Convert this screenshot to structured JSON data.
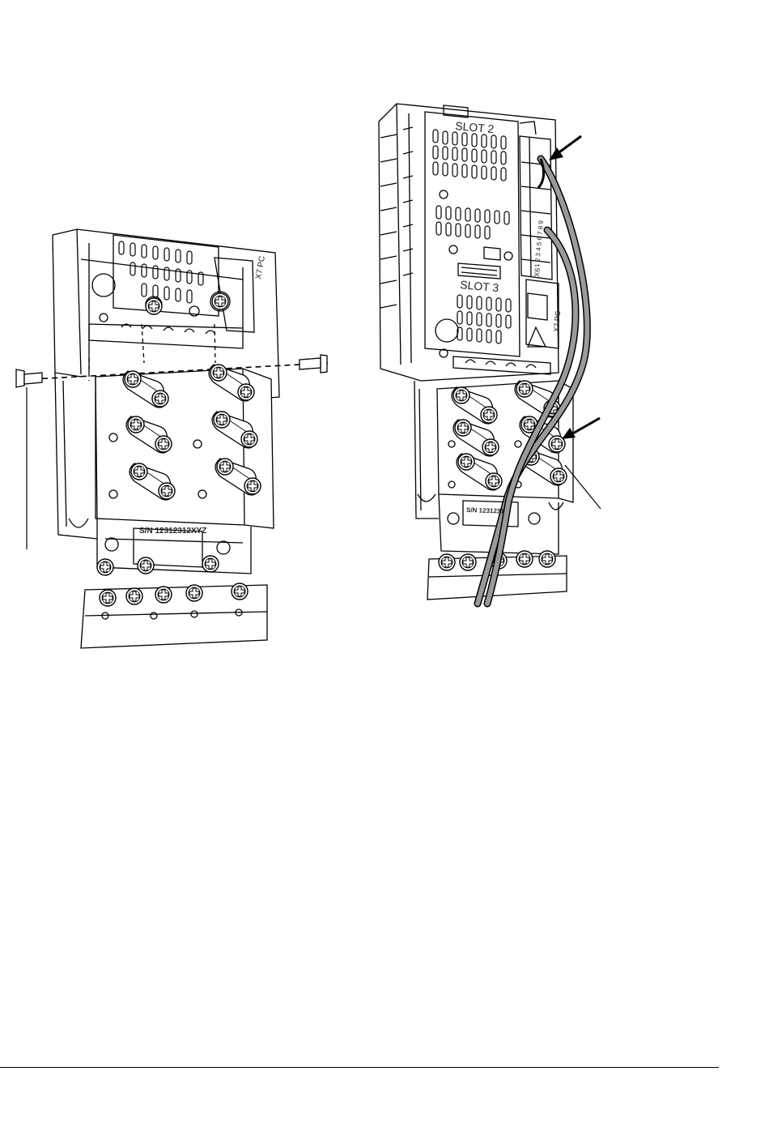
{
  "left_figure": {
    "serial_plate": "S/N 12312312XYZ",
    "connector_label": "X7 PC"
  },
  "right_figure": {
    "slot_top_label": "SLOT 2",
    "slot_bottom_label": "SLOT 3",
    "connector_label": "X7 PC",
    "terminal_block_label": "X6",
    "terminal_numbers": "1 2 3 4 5 6 7 8 9",
    "serial_plate": "S/N 1231231"
  },
  "colors": {
    "line": "#000000",
    "cable_fill": "#9a9a9a",
    "background": "#ffffff"
  }
}
